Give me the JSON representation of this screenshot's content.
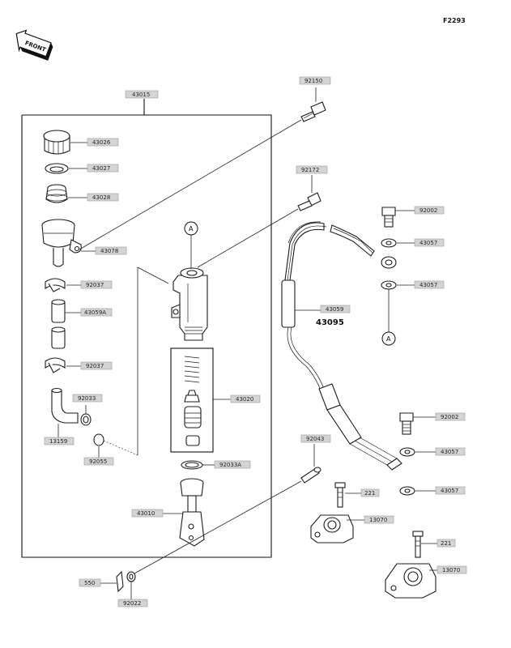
{
  "diagram_code": "F2293",
  "front_label": "FRONT",
  "assembly_code": "43095",
  "ref_marker": "A",
  "labels": {
    "l43015": "43015",
    "l92150": "92150",
    "l43026": "43026",
    "l43027": "43027",
    "l43028": "43028",
    "l43078": "43078",
    "l92172": "92172",
    "l92002a": "92002",
    "l43057a": "43057",
    "l43057b": "43057",
    "l92037a": "92037",
    "l43059a": "43059A",
    "l92037b": "92037",
    "l43059": "43059",
    "l43020": "43020",
    "l92033": "92033",
    "l13159": "13159",
    "l92055": "92055",
    "l92002b": "92002",
    "l43057c": "43057",
    "l43057d": "43057",
    "l92043": "92043",
    "l92033a": "92033A",
    "l221a": "221",
    "l13070a": "13070",
    "l43010": "43010",
    "l221b": "221",
    "l13070b": "13070",
    "l550": "550",
    "l92022": "92022"
  }
}
